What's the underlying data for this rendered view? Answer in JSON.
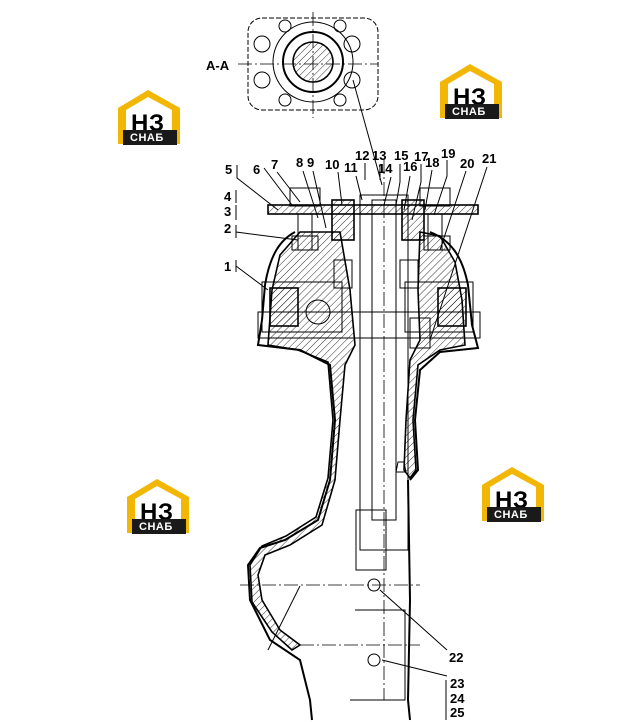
{
  "section_label": "A-A",
  "callouts": [
    "1",
    "2",
    "3",
    "4",
    "5",
    "6",
    "7",
    "8",
    "9",
    "10",
    "11",
    "12",
    "13",
    "14",
    "15",
    "16",
    "17",
    "18",
    "19",
    "20",
    "21",
    "22",
    "23",
    "24",
    "25"
  ],
  "logo": {
    "monogram": "НЗ",
    "word": "СНАБ",
    "accent": "#f2b705",
    "dark": "#1a1a1a"
  }
}
